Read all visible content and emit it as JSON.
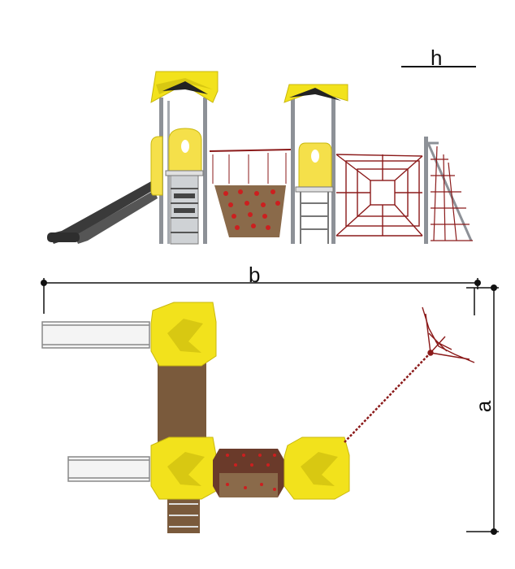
{
  "dimensions": {
    "h": "h",
    "b": "b",
    "a": "a"
  },
  "colors": {
    "roof_yellow": "#f2e21c",
    "roof_shadow": "#c9b80e",
    "panel_yellow": "#f5e04a",
    "post_grey": "#8d9197",
    "slide_dark": "#3a3a3a",
    "rope_red": "#8b1a1a",
    "climb_brown": "#8a6a4a",
    "hold_red": "#cc1f1f",
    "platform_brown": "#7a5a3c",
    "line_black": "#111111"
  }
}
